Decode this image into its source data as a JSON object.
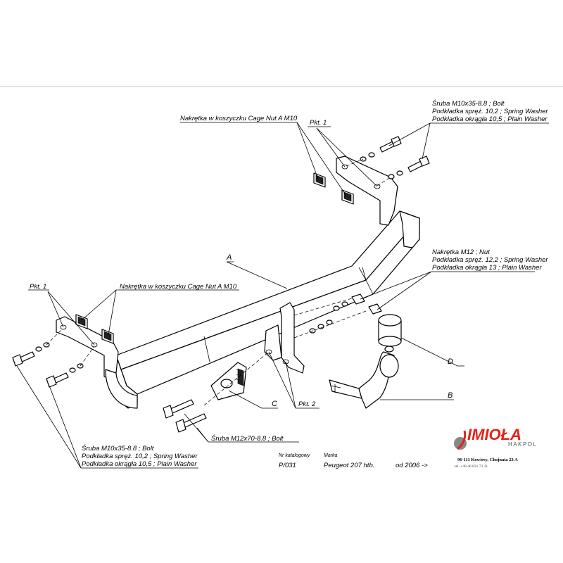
{
  "labels": {
    "top_right_bolt": "Śruba M10x35-8.8  ;  Bolt",
    "top_right_spring": "Podkładka spręż. 10,2 ; Spring Washer",
    "top_right_plain": "Podkładka okrągła 10,5 ; Plain Washer",
    "top_cage_nut": "Nakrętka w koszyczku Cage Nut A M10",
    "top_pkt1": "Pkt. 1",
    "nut_m12": "Nakrętka  M12 ; Nut",
    "spring_12": "Podkładka spręż. 12,2 ; Spring Washer",
    "plain_13": "Podkładka okrągła 13 ; Plain Washer",
    "left_pkt1": "Pkt. 1",
    "left_cage_nut": "Nakrętka w koszyczku Cage Nut A M10",
    "letter_a": "A",
    "letter_b": "B",
    "letter_c": "C",
    "letter_d": "D",
    "pkt2": "Pkt. 2",
    "bottom_bolt_m12": "Śruba M12x70-8.8  ;  Bolt",
    "bottom_left_bolt": "Śruba M10x35-8.8  ;  Bolt",
    "bottom_left_spring": "Podkładka spręż. 10,2 ; Spring Washer",
    "bottom_left_plain": "Podkładka okrągła 10,5 ; Plain Washer"
  },
  "info": {
    "catalog_label": "Nr katalogowy",
    "catalog_number": "P/031",
    "brand_label": "Marka",
    "model": "Peugeot 207 htb.",
    "year": "od 2006 ->"
  },
  "company": {
    "name": "IMIOŁA",
    "sub": "HAKPOL",
    "address": "96-111 Kowiesy, Chojnata 23 A",
    "phone": "tel. +48 46 831 73 31",
    "brand_color": "#e2231a"
  }
}
